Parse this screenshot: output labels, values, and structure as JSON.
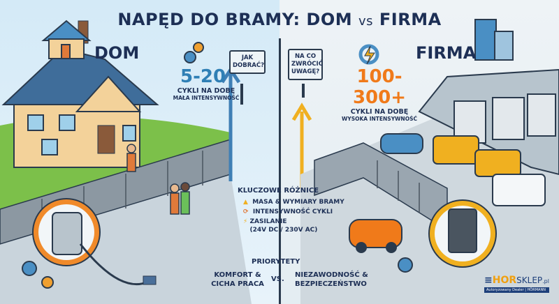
{
  "title": {
    "main": "NAPĘD DO BRAMY: DOM",
    "vs": "vs",
    "right": "FIRMA"
  },
  "left": {
    "heading": "DOM",
    "cycles": "5-20",
    "cycles_label": "CYKLI NA DOBĘ",
    "intensity": "MAŁA INTENSYWNOŚĆ",
    "sign": "JAK DOBRAĆ?",
    "color": "#2f7fb5"
  },
  "right": {
    "heading": "FIRMA",
    "cycles": "100-300+",
    "cycles_label": "CYKLI NA DOBĘ",
    "intensity": "WYSOKA INTENSYWNOŚĆ",
    "sign": "NA CO ZWRÓCIĆ UWAGĘ?",
    "color": "#f07a1a"
  },
  "differences": {
    "heading": "KLUCZOWE RÓŻNICE",
    "items": [
      {
        "icon": "weight-icon",
        "label": "MASA & WYMIARY BRAMY"
      },
      {
        "icon": "cycle-icon",
        "label": "INTENSYWNOŚĆ CYKLI"
      },
      {
        "icon": "lightning-icon",
        "label": "ZASILANIE",
        "sub": "(24V DC / 230V AC)"
      }
    ]
  },
  "priorities": {
    "heading": "PRIORYTETY",
    "left": "KOMFORT & CICHA PRACA",
    "vs": "VS.",
    "right": "NIEZAWODNOŚĆ & BEZPIECZEŃSTWO"
  },
  "logo": {
    "brand_a": "HOR",
    "brand_b": "SKLEP",
    "tld": ".pl",
    "tagline": "Autoryzowany Dealer | HÖRMANN"
  }
}
